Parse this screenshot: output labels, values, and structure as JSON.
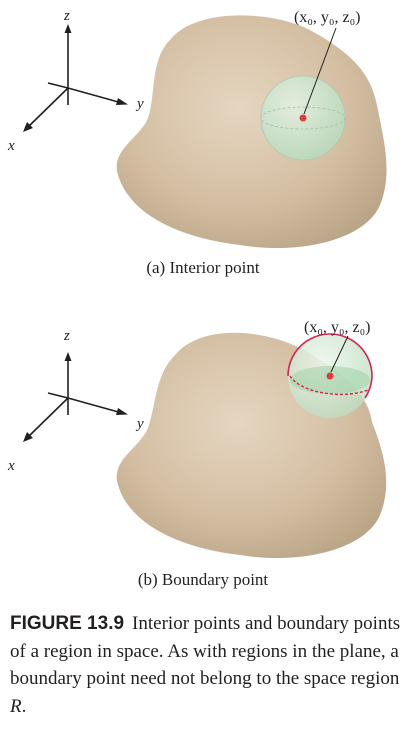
{
  "panel_a": {
    "axes": {
      "z": "z",
      "y": "y",
      "x": "x"
    },
    "point_label": "(x₀, y₀, z₀)",
    "caption": "(a) Interior point"
  },
  "panel_b": {
    "axes": {
      "z": "z",
      "y": "y",
      "x": "x"
    },
    "point_label": "(x₀, y₀, z₀)",
    "caption": "(b) Boundary point"
  },
  "figure_caption": {
    "number": "FIGURE 13.9",
    "text_before": "Interior points and boundary points of a region in space. As with regions in the plane, a boundary point need not belong to the space region ",
    "region_var": "R",
    "text_after": "."
  },
  "colors": {
    "region": "#d4c0a4",
    "ball": "#cfe8d2",
    "point": "#e23a3a",
    "boundary": "#d8254a"
  }
}
